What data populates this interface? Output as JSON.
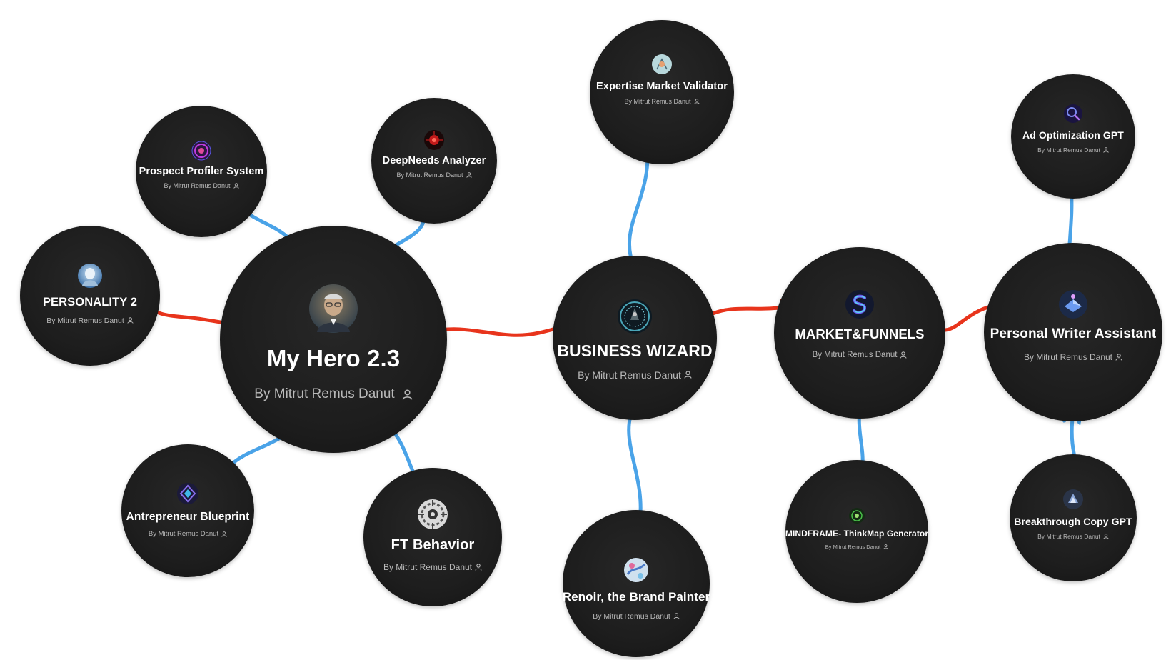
{
  "author_label": "By Mitrut Remus Danut",
  "colors": {
    "node_bg": "#1f1f1f",
    "blue_arrow": "#4aa3e8",
    "red_arrow": "#e8341c",
    "page_bg": "#ffffff"
  },
  "nodes": {
    "prospect_profiler": {
      "title": "Prospect Profiler System",
      "author": "By Mitrut Remus Danut",
      "icon": "profiler-avatar-icon"
    },
    "deepneeds": {
      "title": "DeepNeeds Analyzer",
      "author": "By Mitrut Remus Danut",
      "icon": "deepneeds-avatar-icon"
    },
    "personality": {
      "title": "PERSONALITY 2",
      "author": "By Mitrut Remus Danut",
      "icon": "personality-avatar-icon"
    },
    "my_hero": {
      "title": "My Hero 2.3",
      "author": "By Mitrut Remus Danut",
      "icon": "hero-portrait-icon"
    },
    "antrepreneur": {
      "title": "Antrepreneur Blueprint",
      "author": "By Mitrut Remus Danut",
      "icon": "blueprint-avatar-icon"
    },
    "ft_behavior": {
      "title": "FT Behavior",
      "author": "By Mitrut Remus Danut",
      "icon": "ft-behavior-avatar-icon"
    },
    "expertise": {
      "title": "Expertise Market Validator",
      "author": "By Mitrut Remus Danut",
      "icon": "validator-avatar-icon"
    },
    "business_wizard": {
      "title": "BUSINESS WIZARD",
      "author": "By Mitrut Remus Danut",
      "icon": "wizard-avatar-icon"
    },
    "renoir": {
      "title": "Renoir, the Brand Painter",
      "author": "By Mitrut Remus Danut",
      "icon": "renoir-avatar-icon"
    },
    "market_funnels": {
      "title": "MARKET&FUNNELS",
      "author": "By Mitrut Remus Danut",
      "icon": "funnels-avatar-icon"
    },
    "mindframe": {
      "title": "MINDFRAME- ThinkMap Generator",
      "author": "By Mitrut Remus Danut",
      "icon": "mindframe-avatar-icon"
    },
    "ad_optimization": {
      "title": "Ad Optimization GPT",
      "author": "By Mitrut Remus Danut",
      "icon": "ad-optimization-avatar-icon"
    },
    "personal_writer": {
      "title": "Personal Writer Assistant",
      "author": "By Mitrut Remus Danut",
      "icon": "writer-avatar-icon"
    },
    "breakthrough": {
      "title": "Breakthrough Copy GPT",
      "author": "By Mitrut Remus Danut",
      "icon": "breakthrough-avatar-icon"
    }
  }
}
